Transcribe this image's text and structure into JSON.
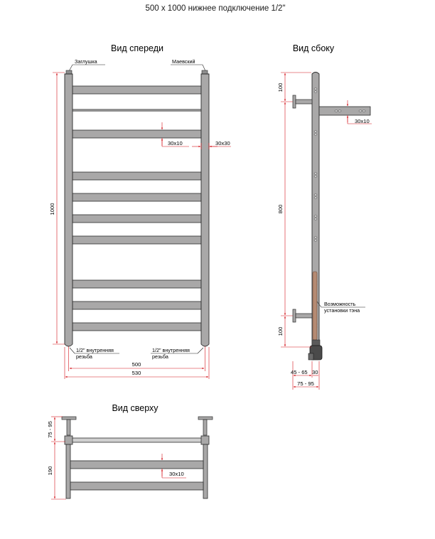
{
  "title": "500 х 1000 нижнее подключение 1/2\"",
  "colors": {
    "metal_fill": "#a9a8a8",
    "metal_stroke": "#2b2b2b",
    "dimension": "#d4151c",
    "text": "#1a1a1a",
    "heater": "#b58a72"
  },
  "front_view": {
    "title": "Вид спереди",
    "label_plug": "Заглушка",
    "label_valve": "Маевский",
    "dim_height": "1000",
    "dim_bar": "30x10",
    "dim_post": "30x30",
    "label_thread_left_1": "1/2\" внутренняя",
    "label_thread_left_2": "резьба",
    "label_thread_right_1": "1/2\" внутренняя",
    "label_thread_right_2": "резьба",
    "dim_center": "500",
    "dim_overall": "530"
  },
  "side_view": {
    "title": "Вид сбоку",
    "dim_top": "100",
    "dim_middle": "800",
    "dim_bottom": "100",
    "dim_bar": "30x10",
    "label_heater_1": "Возможность",
    "label_heater_2": "установки тэна",
    "dim_offset": "45 - 65",
    "dim_post": "30",
    "dim_depth": "75 - 95"
  },
  "top_view": {
    "title": "Вид сверху",
    "dim_offset": "75 - 95",
    "dim_depth": "190",
    "dim_bar": "30x10"
  }
}
